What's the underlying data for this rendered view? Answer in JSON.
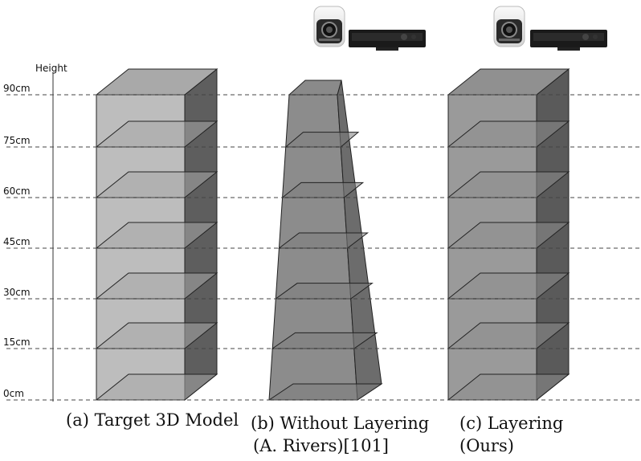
{
  "axis": {
    "title": "Height",
    "ticks": [
      "90cm",
      "75cm",
      "60cm",
      "45cm",
      "30cm",
      "15cm",
      "0cm"
    ]
  },
  "panels": [
    {
      "caption_line1": "(a) Target 3D Model",
      "caption_line2": ""
    },
    {
      "caption_line1": "(b) Without Layering",
      "caption_line2": "(A. Rivers)[101]"
    },
    {
      "caption_line1": "(c) Layering",
      "caption_line2": "(Ours)"
    }
  ],
  "devices": [
    {
      "panel": "b",
      "items": [
        "projector-icon",
        "depth-camera-icon"
      ]
    },
    {
      "panel": "c",
      "items": [
        "projector-icon",
        "depth-camera-icon"
      ]
    }
  ],
  "colors": {
    "box_front_a": "#bdbdbd",
    "box_side_a": "#5e5e5e",
    "box_top_a": "#a9a9a9",
    "box_front_b": "#8c8c8c",
    "box_front_c": "#9a9a9a",
    "box_side_c": "#5a5a5a",
    "guide_line": "#444444"
  }
}
